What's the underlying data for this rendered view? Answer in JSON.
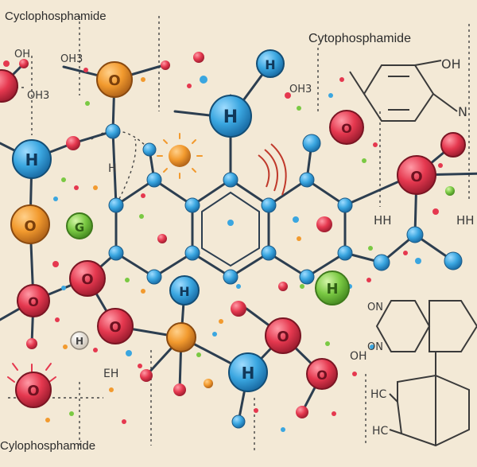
{
  "titles": {
    "top_left": "Cyclophosphamide",
    "top_right": "Cytophosphamide",
    "bottom_left": "Cylophosphamide"
  },
  "formula_labels": [
    {
      "id": "oh-tl",
      "text": "OH"
    },
    {
      "id": "oh3-top",
      "text": "OH3"
    },
    {
      "id": "oh3-left",
      "text": "OH3"
    },
    {
      "id": "oh3-center",
      "text": "OH3"
    },
    {
      "id": "oh-right",
      "text": "OH"
    },
    {
      "id": "n-right",
      "text": "N"
    },
    {
      "id": "hh-a",
      "text": "HH"
    },
    {
      "id": "hh-b",
      "text": "HH"
    },
    {
      "id": "h-small",
      "text": "H"
    },
    {
      "id": "eh-low",
      "text": "EH"
    },
    {
      "id": "oh-low",
      "text": "OH"
    },
    {
      "id": "on-a",
      "text": "ON"
    },
    {
      "id": "on-b",
      "text": "ON"
    },
    {
      "id": "hc-a",
      "text": "HC"
    },
    {
      "id": "hc-b",
      "text": "HC"
    }
  ],
  "atom_letters": {
    "red": "O",
    "blue": "H",
    "orange": "O",
    "green": "G",
    "green_h": "H",
    "white_h": "H"
  },
  "colors": {
    "background": "#f3e9d6",
    "blue": "#3aa6e0",
    "red": "#e5384f",
    "orange": "#f29a2e",
    "green": "#7ac943",
    "bond": "#2c3e50"
  }
}
